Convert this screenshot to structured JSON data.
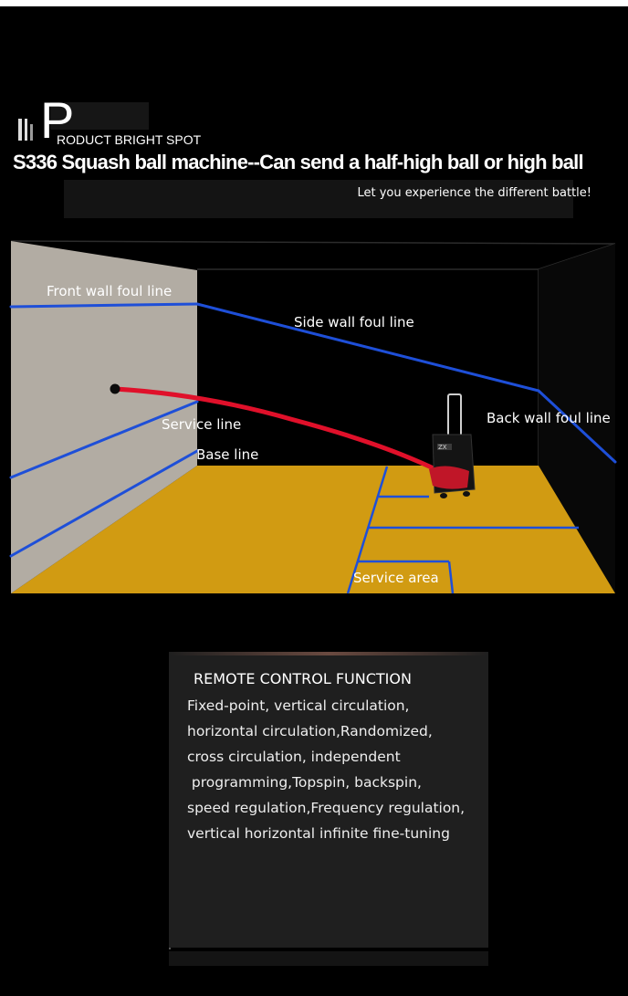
{
  "header": {
    "brand_initial": "P",
    "brand_rest": "RODUCT BRIGHT SPOT",
    "title": "S336 Squash ball machine--Can send a half-high ball or high ball",
    "subtitle": "Let you experience the different battle!"
  },
  "court_diagram": {
    "labels": {
      "front_wall_foul_line": "Front wall foul line",
      "side_wall_foul_line": "Side wall foul line",
      "back_wall_foul_line": "Back wall foul line",
      "service_line": "Service line",
      "base_line": "Base line",
      "service_area": "Service area"
    },
    "colors": {
      "floor": "#d19b12",
      "front_wall": "#b2aca3",
      "boundary_lines": "#1e4fd8",
      "trajectory": "#e0102a",
      "court_outline": "#2a2a2a"
    },
    "icons": [
      "ball-machine-icon",
      "ball-icon"
    ]
  },
  "remote_panel": {
    "heading": "REMOTE CONTROL FUNCTION",
    "lines": [
      "Fixed-point, vertical circulation,",
      "horizontal circulation,Randomized,",
      "cross circulation, independent",
      " programming,Topspin, backspin,",
      "speed regulation,Frequency regulation,",
      "vertical horizontal infinite fine-tuning"
    ]
  }
}
